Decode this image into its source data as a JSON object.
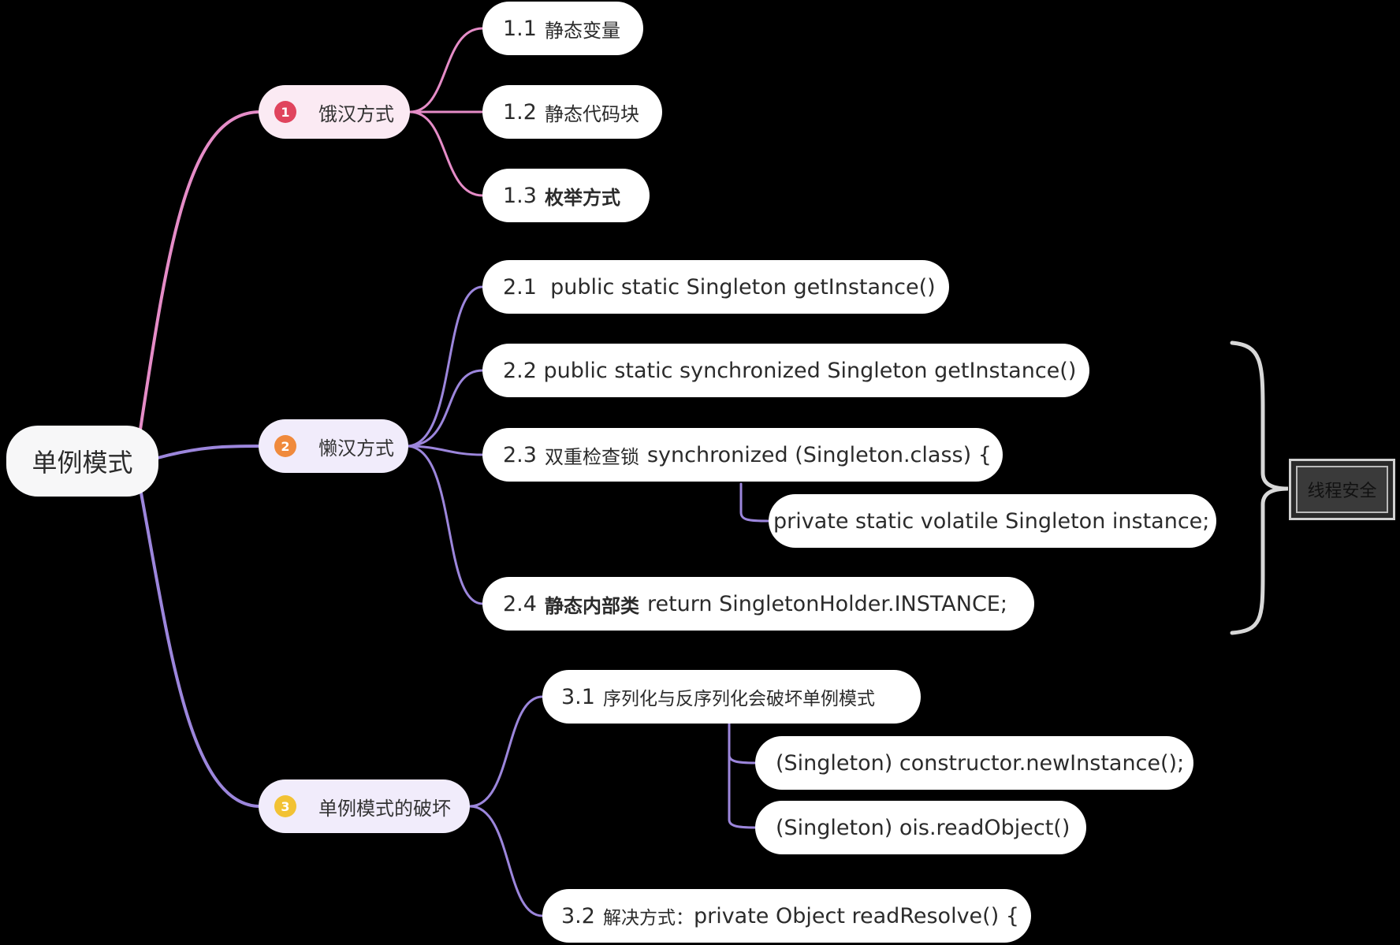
{
  "root": {
    "label": "单例模式"
  },
  "branches": [
    {
      "num": "1",
      "label": "饿汉方式",
      "badge_color": "#e0445d",
      "line_color": "#e58cc7"
    },
    {
      "num": "2",
      "label": "懒汉方式",
      "badge_color": "#f08a3c",
      "line_color": "#9c86dc"
    },
    {
      "num": "3",
      "label": "单例模式的破坏",
      "badge_color": "#f2c234",
      "line_color": "#9c86dc"
    }
  ],
  "leaves": {
    "l1_1": {
      "num": "1.1",
      "text": "静态变量"
    },
    "l1_2": {
      "num": "1.2",
      "text": "静态代码块"
    },
    "l1_3": {
      "num": "1.3",
      "text": "枚举方式"
    },
    "l2_1": {
      "text": "2.1  public static Singleton getInstance()"
    },
    "l2_2": {
      "text": "2.2 public static synchronized Singleton getInstance()"
    },
    "l2_3": {
      "num": "2.3",
      "cjk": "双重检查锁",
      "code": "synchronized (Singleton.class) {"
    },
    "l2_3_child": {
      "text": "private static volatile Singleton instance;"
    },
    "l2_4": {
      "num": "2.4",
      "cjk": "静态内部类",
      "code": "return SingletonHolder.INSTANCE;"
    },
    "l3_1": {
      "num": "3.1",
      "text": "序列化与反序列化会破坏单例模式"
    },
    "l3_1_a": {
      "text": "(Singleton) constructor.newInstance();"
    },
    "l3_1_b": {
      "text": "(Singleton) ois.readObject()"
    },
    "l3_2": {
      "num": "3.2",
      "cjk": "解决方式：",
      "code": "private Object readResolve() {"
    }
  },
  "summary": {
    "label": "线程安全"
  }
}
